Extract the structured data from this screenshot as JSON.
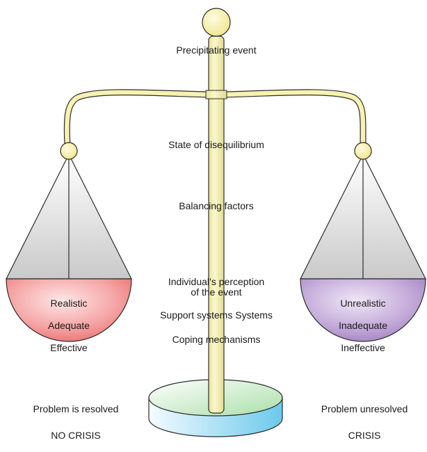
{
  "pole_labels": {
    "precipitating_event": "Precipitating event",
    "disequilibrium": "State of disequilibrium",
    "balancing_factors": "Balancing factors",
    "perception_line1": "Individual’s perception",
    "perception_line2": "of the event",
    "support_systems": "Support systems Systems",
    "coping": "Coping mechanisms"
  },
  "left_pan": {
    "items": [
      "Realistic",
      "Adequate",
      "Effective"
    ],
    "outcome": "Problem is resolved",
    "verdict": "NO CRISIS",
    "color": "#f08a8a"
  },
  "right_pan": {
    "items": [
      "Unrealistic",
      "Inadequate",
      "Ineffective"
    ],
    "outcome": "Problem unresolved",
    "verdict": "CRISIS",
    "color": "#b79ad0"
  },
  "colors": {
    "brass": "#f7f2b0",
    "brass_outline": "#2b2b2b",
    "base_top": "#c9ecc4",
    "base_side": "#8fd6f0"
  }
}
